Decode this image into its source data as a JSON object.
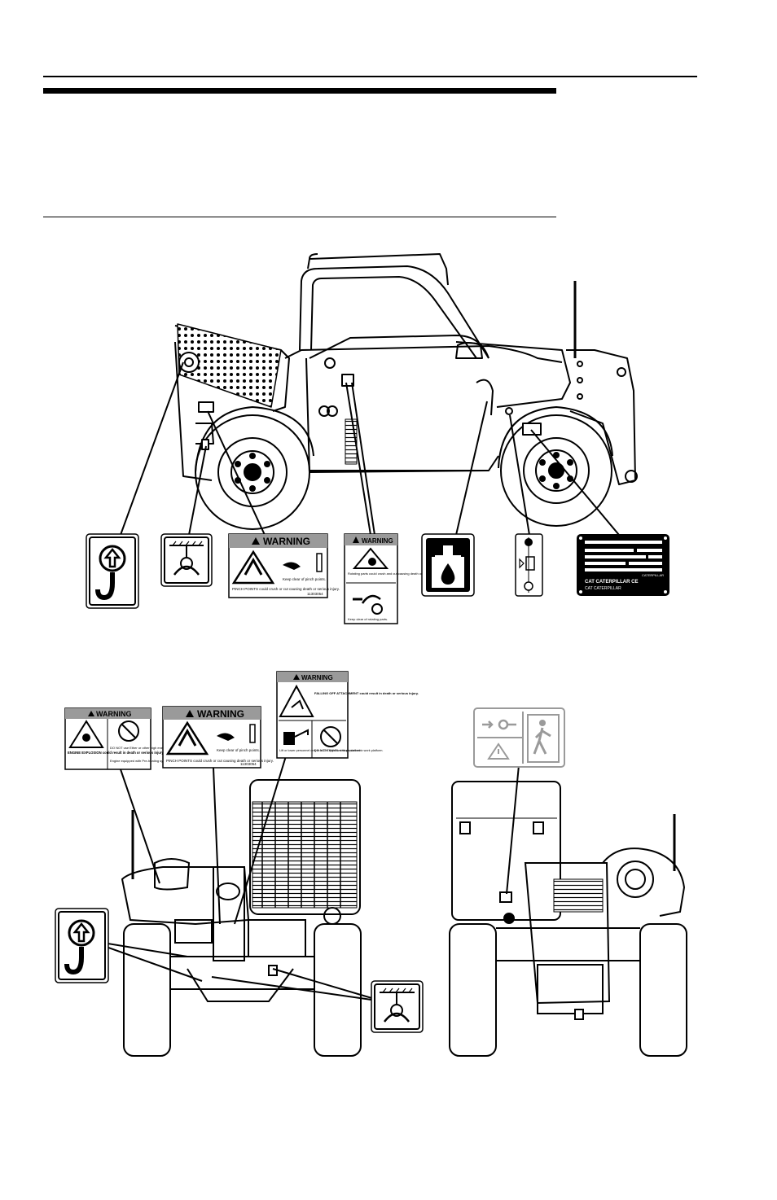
{
  "page": {
    "top_rule": true,
    "heading_bar": true
  },
  "labels": {
    "warning_word": "WARNING",
    "pinch_main": "PINCH POINTS could crush or cut causing death or serious injury.",
    "pinch_keep": "Keep clear of pinch points.",
    "pinch_code": "11303054",
    "rotating_main": "Rotating parts could crush and cut causing death or serious injury.",
    "rotating_keep": "Keep clear of rotating parts.",
    "engine_main": "ENGINE EXPLOSION could result in death or serious injury.",
    "engine_ether": "DO NOT use Ether or other high energy starting aids.",
    "engine_equipped": "Engine equipped with Pre-heating system.",
    "falling_main": "FALLING OFF ATTACHMENT could result in death or serious injury.",
    "falling_lift": "Lift or lower personnel only in a Cat approved work platform.",
    "falling_travel": "DO NOT TRAVEL with personnel in work platform.",
    "plate_brand": "CAT CATERPILLAR CE",
    "plate_brand2": "CAT CATERPILLAR",
    "plate_brand3": "CATERPILLAR"
  },
  "colors": {
    "ink": "#000000",
    "gray_panel": "#9a9a9a",
    "light_gray": "#d9d9d9"
  }
}
